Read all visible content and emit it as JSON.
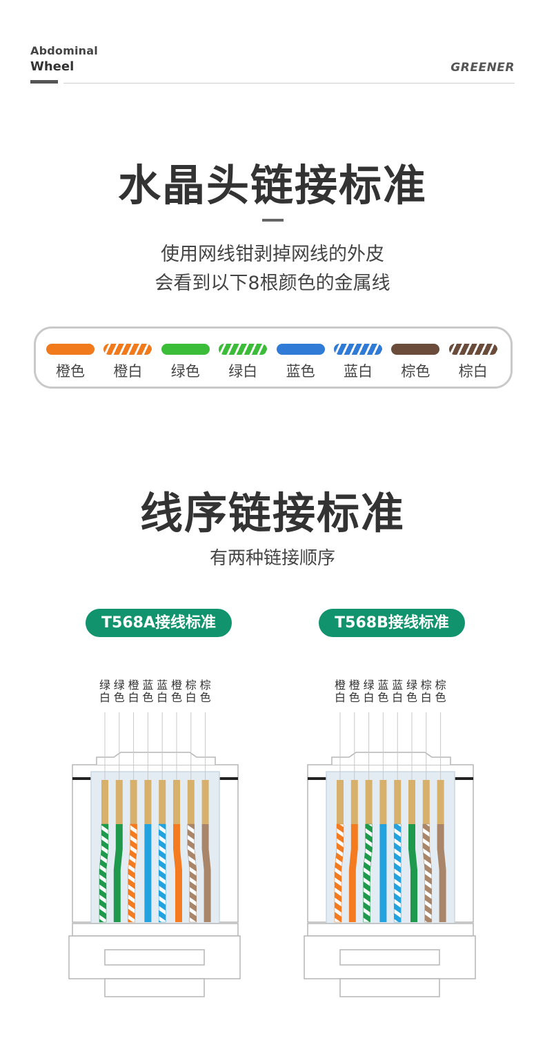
{
  "header": {
    "line1": "Abdominal",
    "line2": "Wheel",
    "brand": "GREENER"
  },
  "section1": {
    "title": "水晶头链接标准",
    "desc_line1": "使用网线钳剥掉网线的外皮",
    "desc_line2": "会看到以下8根颜色的金属线"
  },
  "legend": [
    {
      "label": "橙色",
      "color": "#f07a1c",
      "striped": false
    },
    {
      "label": "橙白",
      "color": "#f07a1c",
      "striped": true
    },
    {
      "label": "绿色",
      "color": "#3cbd3a",
      "striped": false
    },
    {
      "label": "绿白",
      "color": "#3cbd3a",
      "striped": true
    },
    {
      "label": "蓝色",
      "color": "#2f7bd6",
      "striped": false
    },
    {
      "label": "蓝白",
      "color": "#2f7bd6",
      "striped": true
    },
    {
      "label": "棕色",
      "color": "#6b4b3a",
      "striped": false
    },
    {
      "label": "棕白",
      "color": "#6b4b3a",
      "striped": true
    }
  ],
  "section2": {
    "title": "线序链接标准",
    "desc": "有两种链接顺序"
  },
  "standards": [
    {
      "badge": "T568A接线标准",
      "wires": [
        {
          "top": "绿",
          "bottom": "白",
          "color": "#1f9a4c",
          "striped": true
        },
        {
          "top": "绿",
          "bottom": "色",
          "color": "#1f9a4c",
          "striped": false
        },
        {
          "top": "橙",
          "bottom": "白",
          "color": "#f47b20",
          "striped": true
        },
        {
          "top": "蓝",
          "bottom": "色",
          "color": "#22a3e0",
          "striped": false
        },
        {
          "top": "蓝",
          "bottom": "白",
          "color": "#22a3e0",
          "striped": true
        },
        {
          "top": "橙",
          "bottom": "色",
          "color": "#f47b20",
          "striped": false
        },
        {
          "top": "棕",
          "bottom": "白",
          "color": "#a9866a",
          "striped": true
        },
        {
          "top": "棕",
          "bottom": "色",
          "color": "#a9866a",
          "striped": false
        }
      ]
    },
    {
      "badge": "T568B接线标准",
      "wires": [
        {
          "top": "橙",
          "bottom": "白",
          "color": "#f47b20",
          "striped": true
        },
        {
          "top": "橙",
          "bottom": "色",
          "color": "#f47b20",
          "striped": false
        },
        {
          "top": "绿",
          "bottom": "白",
          "color": "#1f9a4c",
          "striped": true
        },
        {
          "top": "蓝",
          "bottom": "色",
          "color": "#22a3e0",
          "striped": false
        },
        {
          "top": "蓝",
          "bottom": "白",
          "color": "#22a3e0",
          "striped": true
        },
        {
          "top": "绿",
          "bottom": "色",
          "color": "#1f9a4c",
          "striped": false
        },
        {
          "top": "棕",
          "bottom": "白",
          "color": "#a9866a",
          "striped": true
        },
        {
          "top": "棕",
          "bottom": "色",
          "color": "#a9866a",
          "striped": false
        }
      ]
    }
  ]
}
